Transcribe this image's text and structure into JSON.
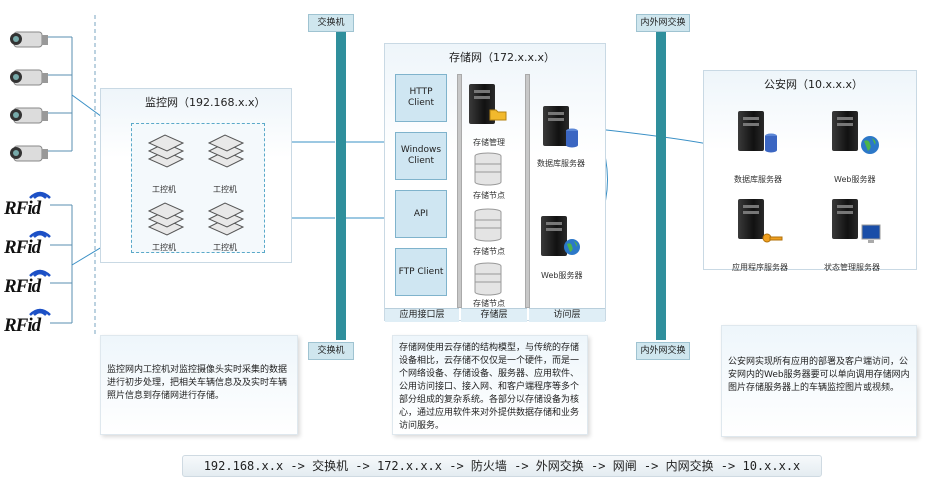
{
  "monitor_net": {
    "title": "监控网（192.168.x.x）",
    "pc_labels": [
      "工控机",
      "工控机",
      "工控机",
      "工控机"
    ],
    "note": "监控网内工控机对监控摄像头实时采集的数据进行初步处理，把相关车辆信息及及实时车辆照片信息到存储网进行存储。"
  },
  "rfid_label": "RFid",
  "switch_left": {
    "top_label": "交换机",
    "bottom_label": "交换机"
  },
  "storage_net": {
    "title": "存储网（172.x.x.x）",
    "clients": [
      "HTTP Client",
      "Windows Client",
      "API",
      "FTP Client"
    ],
    "storage_mgmt": "存储管理",
    "storage_nodes": [
      "存储节点",
      "存储节点",
      "存储节点"
    ],
    "db_server": "数据库服务器",
    "web_server": "Web服务器",
    "layers": [
      "应用接口层",
      "存储层",
      "访问层"
    ],
    "note": "存储网使用云存储的结构模型，与传统的存储设备相比，云存储不仅仅是一个硬件，而是一个网络设备、存储设备、服务器、应用软件、公用访问接口、接入网、和客户端程序等多个部分组成的复杂系统。各部分以存储设备为核心，通过应用软件来对外提供数据存储和业务访问服务。"
  },
  "switch_right": {
    "top_label": "内外网交换",
    "bottom_label": "内外网交换"
  },
  "police_net": {
    "title": "公安网（10.x.x.x）",
    "db_server": "数据库服务器",
    "web_server": "Web服务器",
    "app_server": "应用程序服务器",
    "status_server": "状态管理服务器",
    "note": "公安网实现所有应用的部署及客户端访问，公安网内的Web服务器要可以单向调用存储网内图片存储服务器上的车辆监控图片或视频。"
  },
  "footer": "192.168.x.x -> 交换机 -> 172.x.x.x -> 防火墙 -> 外网交换 -> 网闸 -> 内网交换 -> 10.x.x.x"
}
